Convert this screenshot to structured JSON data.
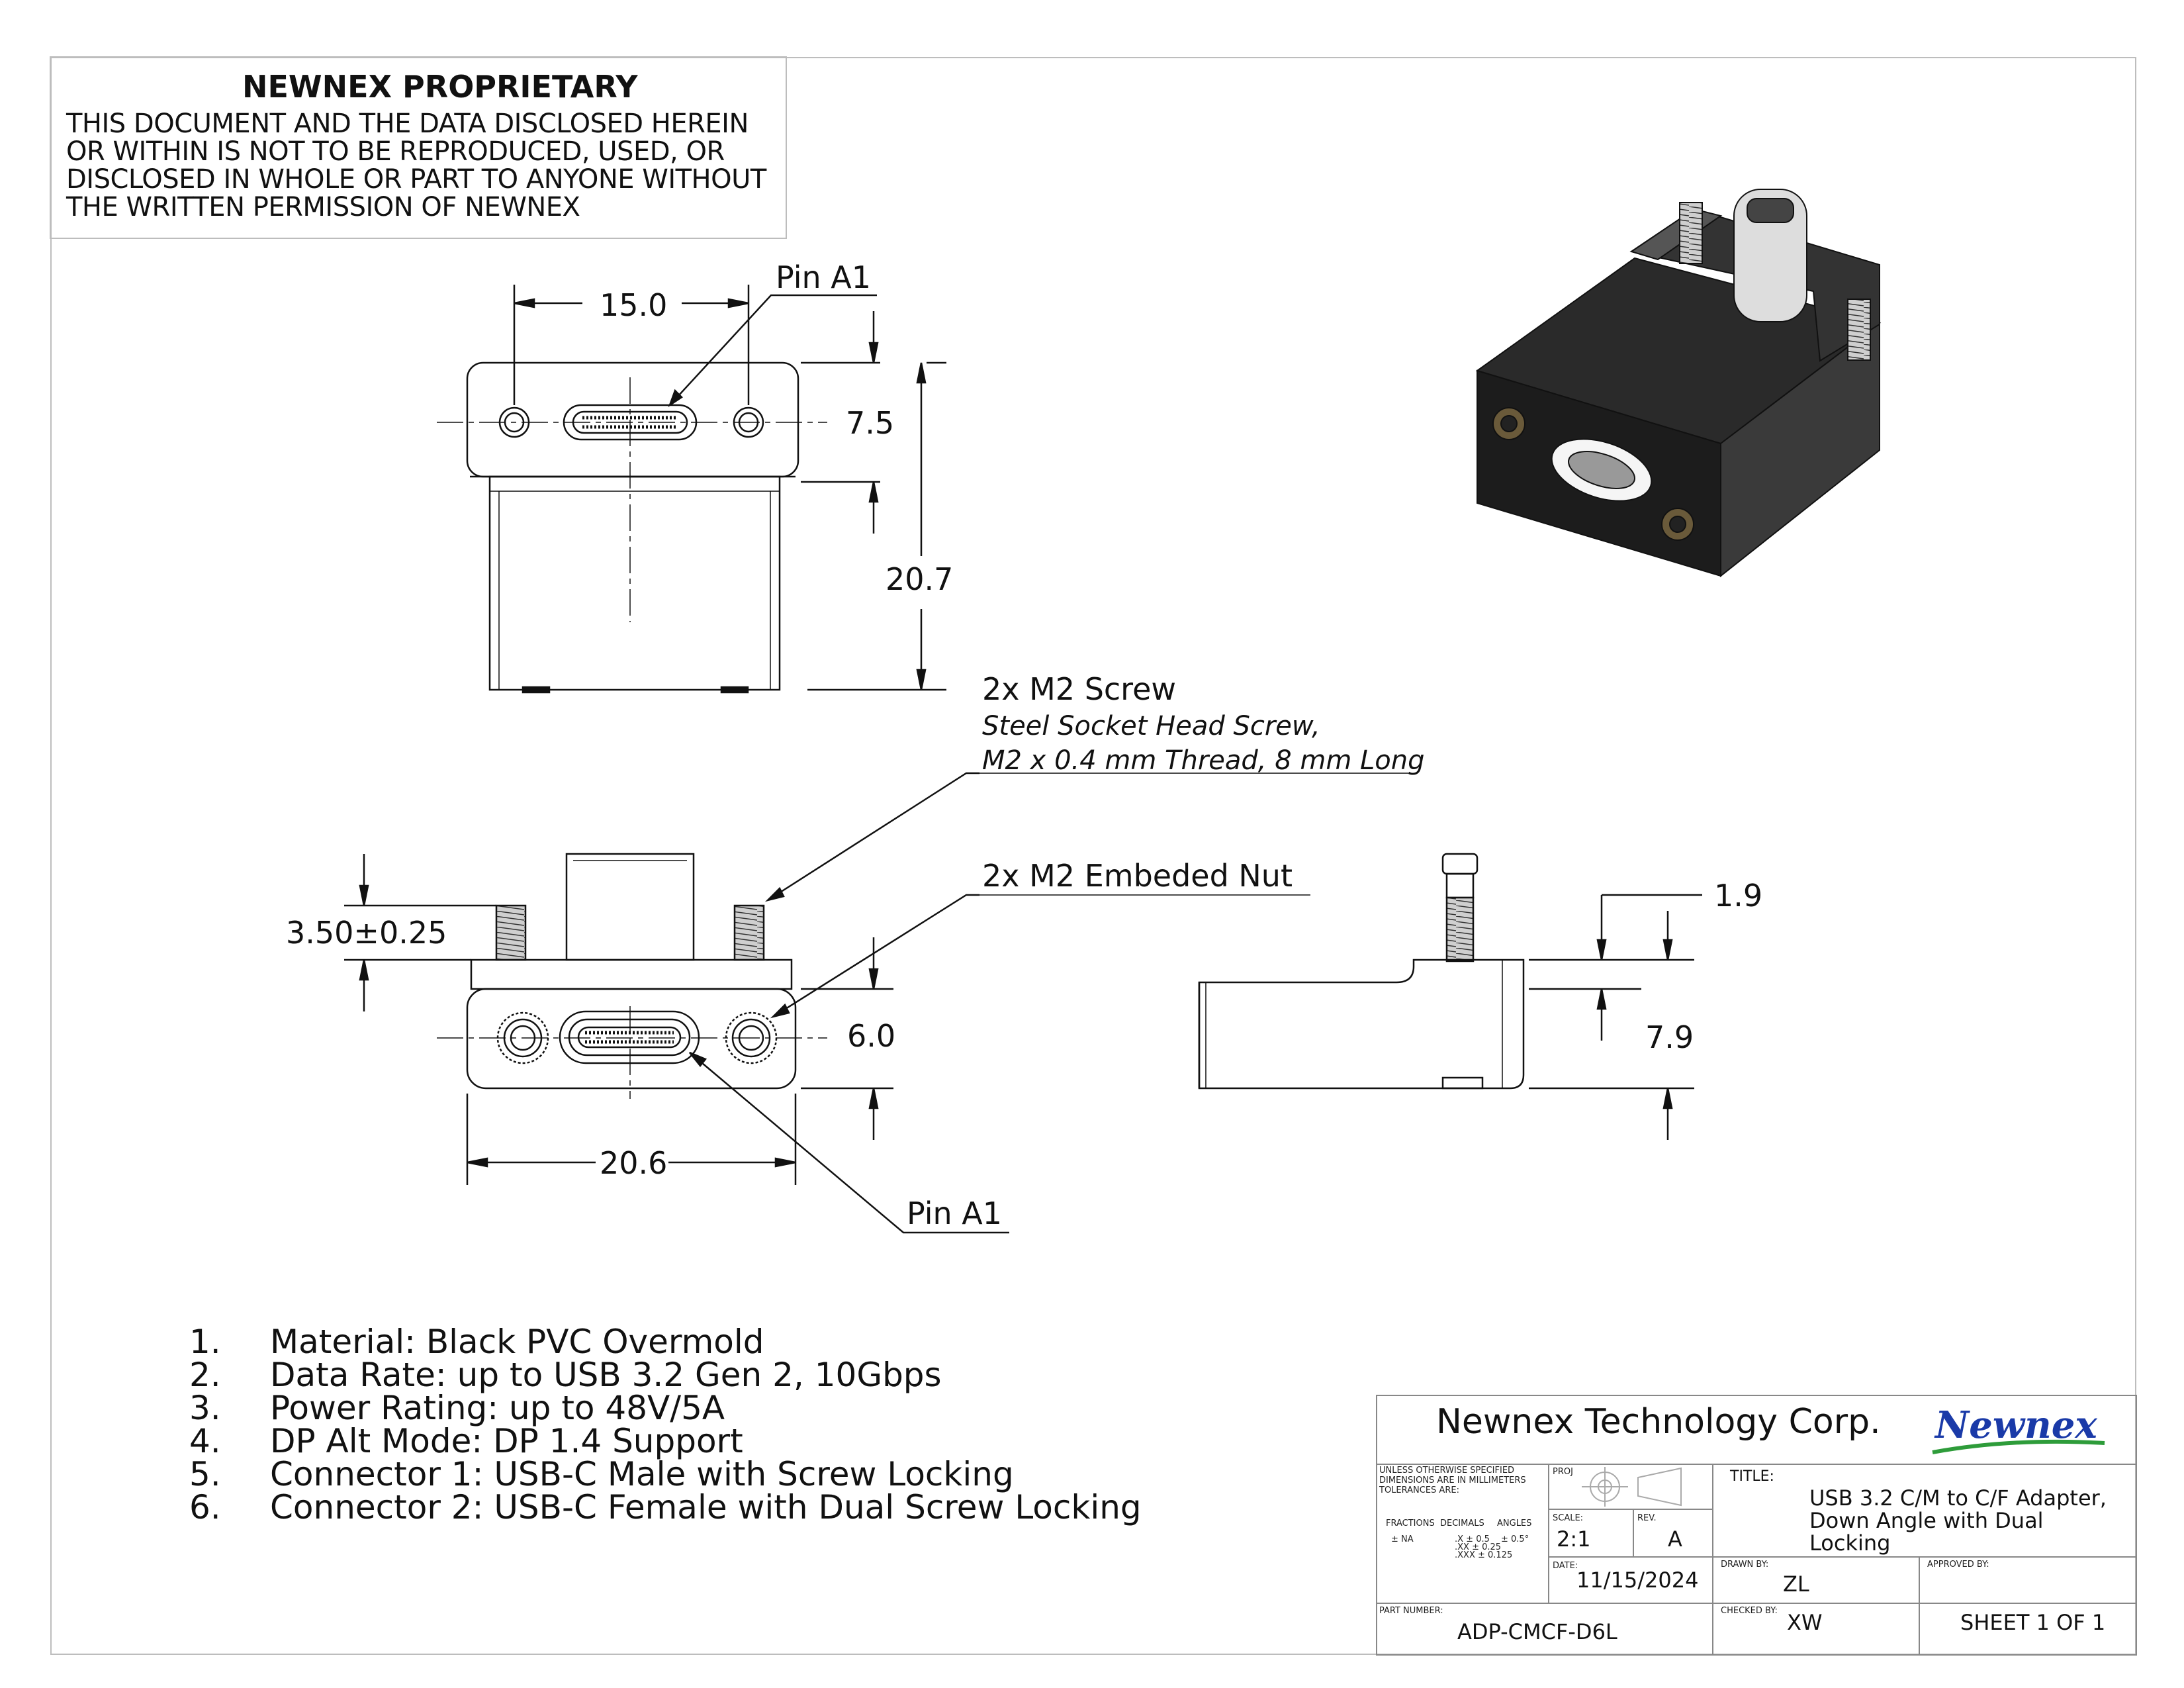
{
  "proprietary": {
    "heading": "NEWNEX PROPRIETARY",
    "lines": [
      "THIS DOCUMENT AND THE DATA DISCLOSED HEREIN",
      "OR WITHIN IS NOT TO BE REPRODUCED, USED, OR",
      "DISCLOSED IN WHOLE OR PART TO ANYONE WITHOUT",
      "THE WRITTEN PERMISSION OF NEWNEX"
    ]
  },
  "top_view": {
    "width_dim": "15.0",
    "pin_label": "Pin A1",
    "height_dim": "7.5",
    "total_dim": "20.7"
  },
  "screw_note": {
    "title": "2x M2 Screw",
    "line1": "Steel Socket Head Screw,",
    "line2": "M2 x 0.4 mm Thread, 8 mm Long"
  },
  "nut_note": {
    "title": "2x M2 Embeded Nut"
  },
  "front_view": {
    "screw_dim": "3.50",
    "screw_tol": "±0.25",
    "height_dim": "6.0",
    "width_dim": "20.6",
    "pin_label": "Pin A1"
  },
  "side_view": {
    "top_dim": "1.9",
    "height_dim": "7.9"
  },
  "notes": [
    {
      "num": "1.",
      "text": "Material: Black PVC Overmold"
    },
    {
      "num": "2.",
      "text": "Data Rate: up to USB 3.2 Gen 2, 10Gbps"
    },
    {
      "num": "3.",
      "text": "Power Rating: up to 48V/5A"
    },
    {
      "num": "4.",
      "text": "DP Alt Mode: DP 1.4 Support"
    },
    {
      "num": "5.",
      "text": "Connector 1: USB-C Male with Screw Locking"
    },
    {
      "num": "6.",
      "text": "Connector 2: USB-C Female with Dual Screw Locking"
    }
  ],
  "title_block": {
    "company": "Newnex Technology Corp.",
    "logo_text": "Newnex",
    "spec_lines": [
      "UNLESS OTHERWISE SPECIFIED",
      "DIMENSIONS ARE IN MILLIMETERS",
      "TOLERANCES ARE:"
    ],
    "tol_headers": [
      "FRACTIONS",
      "DECIMALS",
      "ANGLES"
    ],
    "tol_fractions": "± NA",
    "tol_decimals": [
      ".X ± 0.5",
      ".XX ± 0.25",
      ".XXX ± 0.125"
    ],
    "tol_angles": "± 0.5°",
    "proj_label": "PROJ",
    "scale_label": "SCALE:",
    "scale": "2:1",
    "rev_label": "REV.",
    "rev": "A",
    "date_label": "DATE:",
    "date": "11/15/2024",
    "title_label": "TITLE:",
    "title_lines": [
      "USB 3.2 C/M to C/F Adapter,",
      "Down Angle with Dual",
      "Locking"
    ],
    "drawn_label": "DRAWN BY:",
    "drawn": "ZL",
    "approved_label": "APPROVED BY:",
    "part_label": "PART NUMBER:",
    "part": "ADP-CMCF-D6L",
    "checked_label": "CHECKED BY:",
    "checked": "XW",
    "sheet": "SHEET  1 OF 1"
  }
}
